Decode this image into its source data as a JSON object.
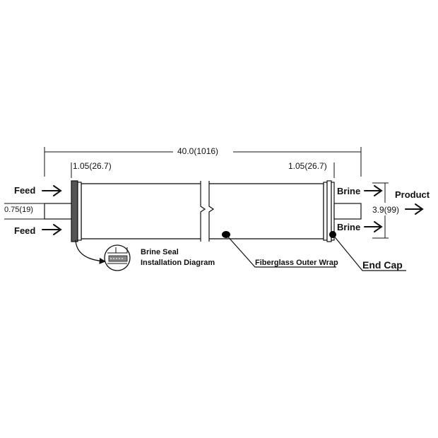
{
  "dimensions": {
    "overall_length": "40.0(1016)",
    "left_end_length": "1.05(26.7)",
    "right_end_length": "1.05(26.7)",
    "port_diameter": "0.75(19)",
    "outer_diameter": "3.9(99)"
  },
  "flows": {
    "feed_top": "Feed",
    "feed_bottom": "Feed",
    "brine_top": "Brine",
    "brine_bottom": "Brine",
    "product": "Product"
  },
  "callouts": {
    "brine_seal_line1": "Brine Seal",
    "brine_seal_line2": "Installation Diagram",
    "outer_wrap": "Fiberglass Outer Wrap",
    "end_cap": "End Cap"
  },
  "colors": {
    "line": "#111111",
    "seal_fill": "#555555"
  }
}
